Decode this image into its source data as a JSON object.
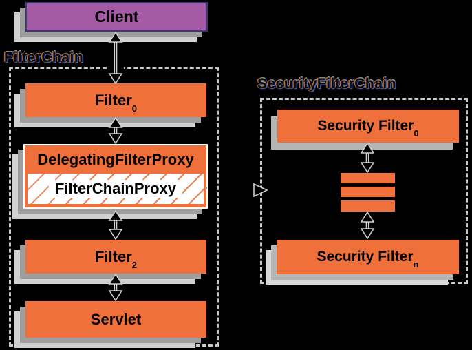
{
  "client": {
    "label": "Client"
  },
  "filter_chain": {
    "title": "FilterChain",
    "filter0": {
      "label": "Filter",
      "sub": "0"
    },
    "delegating_filter_proxy": {
      "label": "DelegatingFilterProxy"
    },
    "filter_chain_proxy": {
      "label": "FilterChainProxy"
    },
    "filter2": {
      "label": "Filter",
      "sub": "2"
    },
    "servlet": {
      "label": "Servlet"
    }
  },
  "security_filter_chain": {
    "title": "SecurityFilterChain",
    "security_filter0": {
      "label": "Security Filter",
      "sub": "0"
    },
    "ellipsis_bar_count": 3,
    "security_filtern": {
      "label": "Security Filter",
      "sub": "n"
    }
  },
  "colors": {
    "background": "#000000",
    "box_orange": "#F0703C",
    "client_purple": "#A55AA5",
    "client_border": "#3A3A78",
    "shadow_dark": "#9E9E9E",
    "shadow_light": "#D0D0D0",
    "dashed_border": "#C9C9C9",
    "hatch_line": "#F07A45",
    "arrow_fill": "#000000",
    "arrow_outline": "#CFCFCF"
  }
}
